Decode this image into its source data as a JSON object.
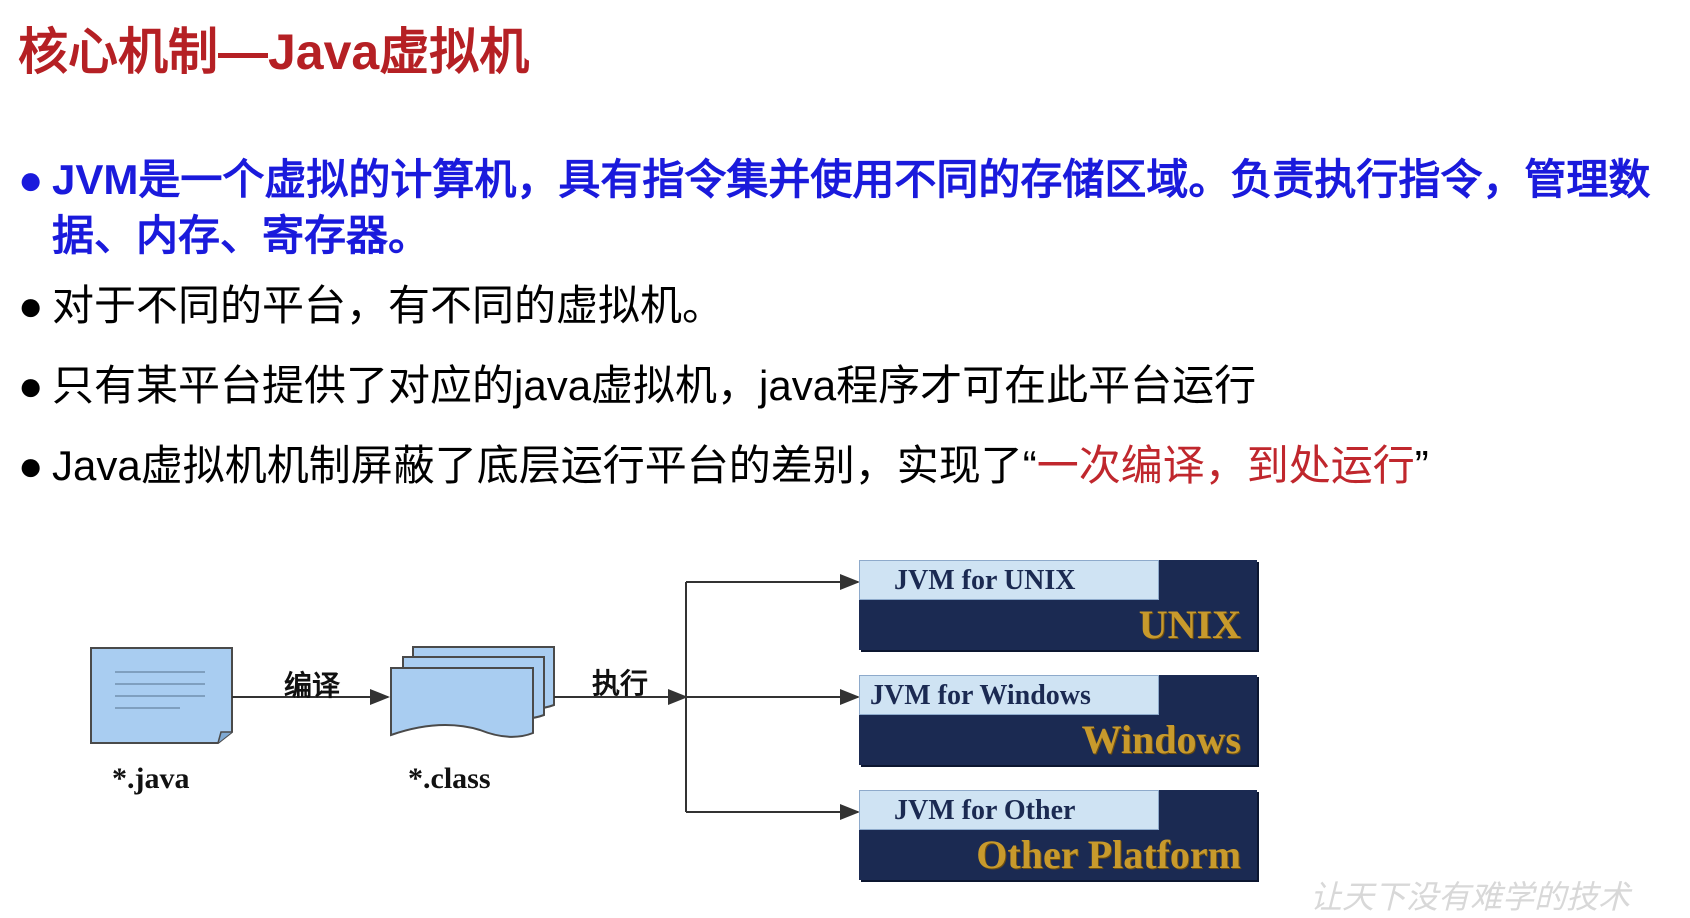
{
  "slide": {
    "title": "核心机制—Java虚拟机",
    "bullets": [
      {
        "dot": "●",
        "text": "JVM是一个虚拟的计算机，具有指令集并使用不同的存储区域。负责执行指令，管理数据、内存、寄存器。"
      },
      {
        "dot": "●",
        "text": "对于不同的平台，有不同的虚拟机。"
      },
      {
        "dot": "●",
        "text": "只有某平台提供了对应的java虚拟机，java程序才可在此平台运行"
      },
      {
        "dot": "●",
        "text_before": "Java虚拟机机制屏蔽了底层运行平台的差别，实现了“",
        "highlight": "一次编译，到处运行",
        "text_after": "”",
        "highlight_color": "#c0272d"
      }
    ]
  },
  "diagram": {
    "source_file": "*.java",
    "compiled_file": "*.class",
    "compile_label": "编译",
    "execute_label": "执行",
    "platforms": [
      {
        "jvm": "JVM for UNIX",
        "os": "UNIX"
      },
      {
        "jvm": "JVM for Windows",
        "os": "Windows"
      },
      {
        "jvm": "JVM for Other",
        "os": "Other Platform"
      }
    ]
  },
  "watermark": "让天下没有难学的技术",
  "colors": {
    "title": "#b52024",
    "bullet_blue": "#1a1adc",
    "platform_bg": "#1b2a52",
    "jvm_bg": "#cfe3f3",
    "os_text": "#c89a2c",
    "file_fill": "#a9cdf1"
  }
}
